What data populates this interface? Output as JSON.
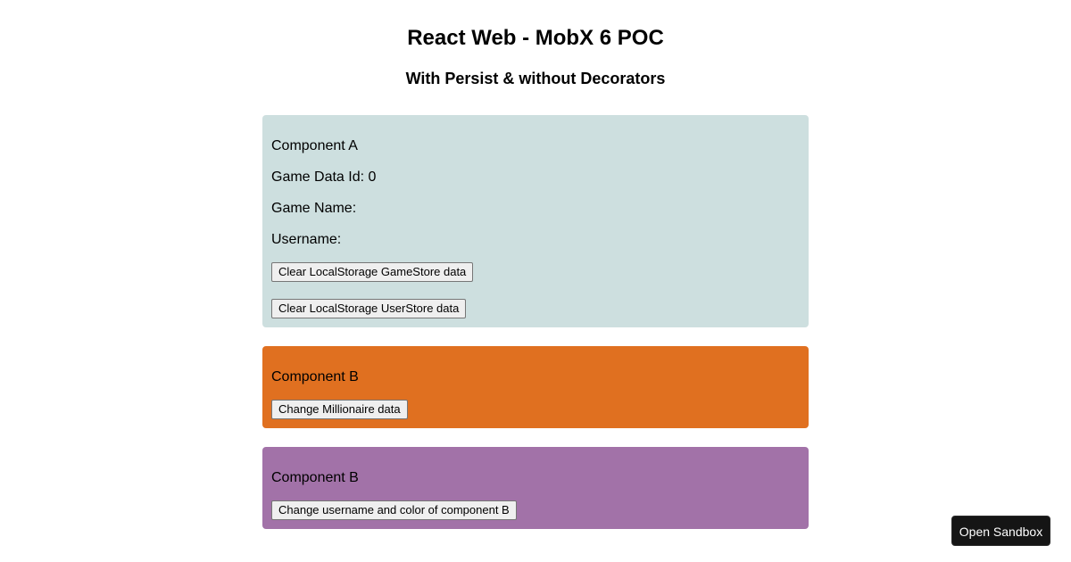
{
  "header": {
    "title": "React Web - MobX 6 POC",
    "subtitle": "With Persist & without Decorators"
  },
  "component_a": {
    "background": "#cddfdf",
    "title": "Component A",
    "game_data_id": "Game Data Id: 0",
    "game_name": "Game Name:",
    "username": "Username:",
    "clear_game_store_button": "Clear LocalStorage GameStore data",
    "clear_user_store_button": "Clear LocalStorage UserStore data"
  },
  "component_b_orange": {
    "background": "#e07020",
    "title": "Component B",
    "change_millionaire_button": "Change Millionaire data"
  },
  "component_b_purple": {
    "background": "#a272a8",
    "title": "Component B",
    "change_username_button": "Change username and color of component B"
  },
  "sandbox": {
    "open_button": "Open Sandbox",
    "background": "#151515"
  }
}
